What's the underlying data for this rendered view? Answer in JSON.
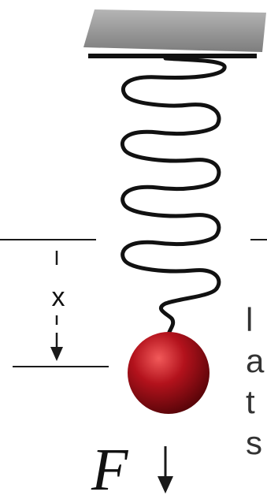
{
  "labels": {
    "displacement": "x",
    "force": "F"
  },
  "side_text_fragments": [
    "l",
    "a",
    "t",
    "s"
  ],
  "colors": {
    "ceiling": "#8f8f8f",
    "spring": "#111111",
    "mass": "#b3121c",
    "lines": "#1a1a1a"
  }
}
